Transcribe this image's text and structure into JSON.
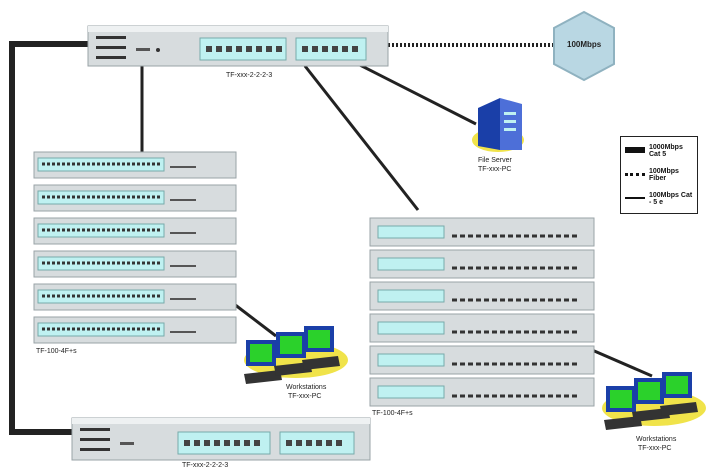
{
  "hub": {
    "label": "100Mbps"
  },
  "devices": {
    "core_switch_top": {
      "label": "TF-xxx-2-2-2-3"
    },
    "core_switch_bottom": {
      "label": "TF-xxx-2-2-2-3"
    },
    "left_stack": {
      "label": "TF-100-4F+s"
    },
    "right_stack": {
      "label": "TF-100-4F+s"
    },
    "file_server": {
      "line1": "File Server",
      "line2": "TF-xxx-PC"
    },
    "workstations_left": {
      "line1": "Workstations",
      "line2": "TF-xxx-PC"
    },
    "workstations_right": {
      "line1": "Workstations",
      "line2": "TF-xxx-PC"
    }
  },
  "legend": {
    "items": [
      {
        "label": "1000Mbps Cat 5"
      },
      {
        "label": "100Mbps Fiber"
      },
      {
        "label": "100Mbps Cat - 5 e"
      }
    ]
  },
  "colors": {
    "device_body": "#d7dcde",
    "port_panel": "#bff1f1",
    "hub_fill": "#b9d7e3",
    "link_dark": "#222222",
    "monitor_blue": "#1a3fa8",
    "screen_green": "#2bd12b",
    "server_yellow": "#f0e34a"
  }
}
